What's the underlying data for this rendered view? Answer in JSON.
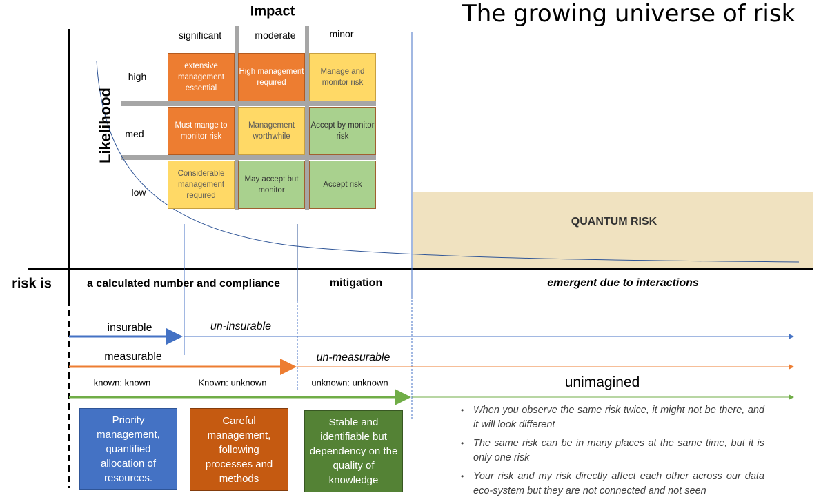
{
  "title": "The growing universe of risk",
  "matrix": {
    "impact_label": "Impact",
    "likelihood_label": "Likelihood",
    "columns": [
      "significant",
      "moderate",
      "minor"
    ],
    "rows": [
      "high",
      "med",
      "low"
    ],
    "cells": [
      [
        "extensive management essential",
        "High management required",
        "Manage and monitor risk"
      ],
      [
        "Must mange to monitor risk",
        "Management worthwhile",
        "Accept by monitor risk"
      ],
      [
        "Considerable management required",
        "May accept but monitor",
        "Accept risk"
      ]
    ]
  },
  "quantum_risk": "QUANTUM RISK",
  "risk_is": {
    "label": "risk is",
    "segments": [
      "a calculated number and compliance",
      "mitigation",
      "emergent due to interactions"
    ]
  },
  "arrows": {
    "insurable": "insurable",
    "un_insurable": "un-insurable",
    "measurable": "measurable",
    "un_measurable": "un-measurable",
    "known_known": "known: known",
    "known_unknown": "Known: unknown",
    "unknown_unknown": "unknown: unknown",
    "unimagined": "unimagined"
  },
  "boxes": [
    {
      "text": "Priority management, quantified allocation of resources.",
      "color": "#4472c4"
    },
    {
      "text": "Careful management, following processes and methods",
      "color": "#c55a11"
    },
    {
      "text": "Stable and identifiable but dependency on the quality of knowledge",
      "color": "#548235"
    }
  ],
  "bullets": [
    "When you observe the same risk twice, it might not be there, and it will look different",
    "The same risk can be in many places at the same time, but it is only one risk",
    "Your risk and my risk directly affect each other across our data eco-system but they are not connected and not seen"
  ]
}
